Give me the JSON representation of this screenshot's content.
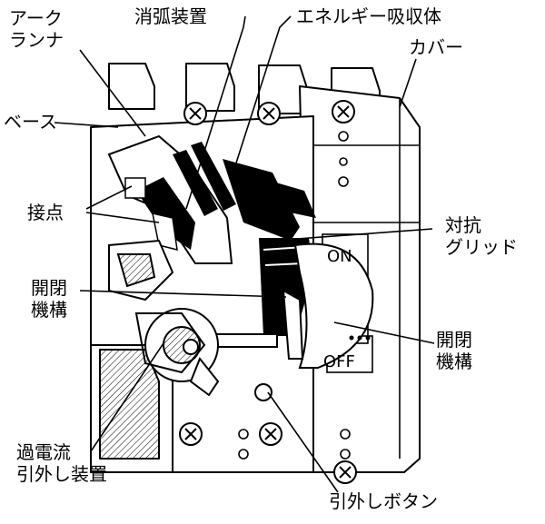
{
  "labels": {
    "arc_runner": [
      "アーク",
      "ランナ"
    ],
    "arc_extinguisher": "消弧装置",
    "energy_absorber": "エネルギー吸収体",
    "cover": "カバー",
    "base": "ベース",
    "contacts": "接点",
    "resistance_grid": [
      "対抗",
      "グリッド"
    ],
    "opening_mechanism_left": [
      "開閉",
      "機構"
    ],
    "opening_mechanism_right": [
      "開閉",
      "機構"
    ],
    "overcurrent_trip_device": [
      "過電流",
      "引外し装置"
    ],
    "trip_button": "引外しボタン"
  },
  "markings": {
    "on": "ON",
    "off": "OFF"
  }
}
